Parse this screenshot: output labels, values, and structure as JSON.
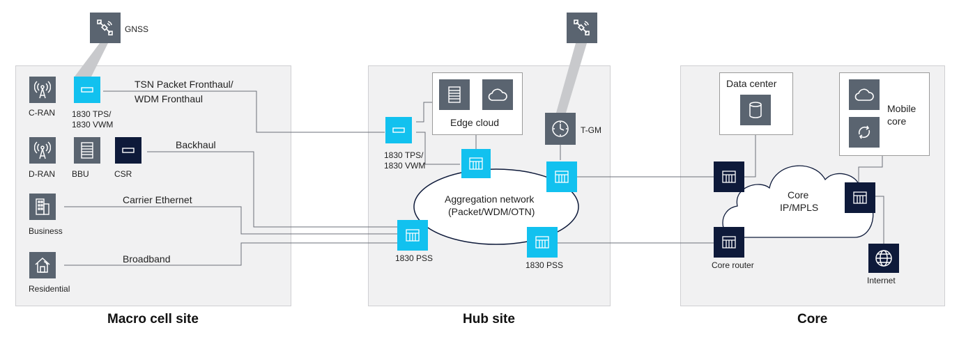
{
  "sections": {
    "macro": "Macro cell site",
    "hub": "Hub site",
    "core": "Core"
  },
  "macro": {
    "gnss": "GNSS",
    "cran": "C-RAN",
    "tps_line1": "1830 TPS/",
    "tps_line2": "1830 VWM",
    "dran": "D-RAN",
    "bbu": "BBU",
    "csr": "CSR",
    "business": "Business",
    "residential": "Residential"
  },
  "links": {
    "fronthaul_line1": "TSN Packet Fronthaul/",
    "fronthaul_line2": "WDM Fronthaul",
    "backhaul": "Backhaul",
    "carrier_ethernet": "Carrier Ethernet",
    "broadband": "Broadband"
  },
  "hub": {
    "edge_cloud": "Edge cloud",
    "tps_line1": "1830 TPS/",
    "tps_line2": "1830 VWM",
    "tgm": "T-GM",
    "agg_line1": "Aggregation network",
    "agg_line2": "(Packet/WDM/OTN)",
    "pss_left": "1830 PSS",
    "pss_right": "1830 PSS"
  },
  "core": {
    "data_center": "Data center",
    "mobile_line1": "Mobile",
    "mobile_line2": "core",
    "cloud_line1": "Core",
    "cloud_line2": "IP/MPLS",
    "core_router": "Core router",
    "internet": "Internet"
  },
  "colors": {
    "cyan": "#12c1ef",
    "navy": "#0e1a3a",
    "gray_tile": "#5a6470",
    "panel": "#f1f1f2"
  }
}
